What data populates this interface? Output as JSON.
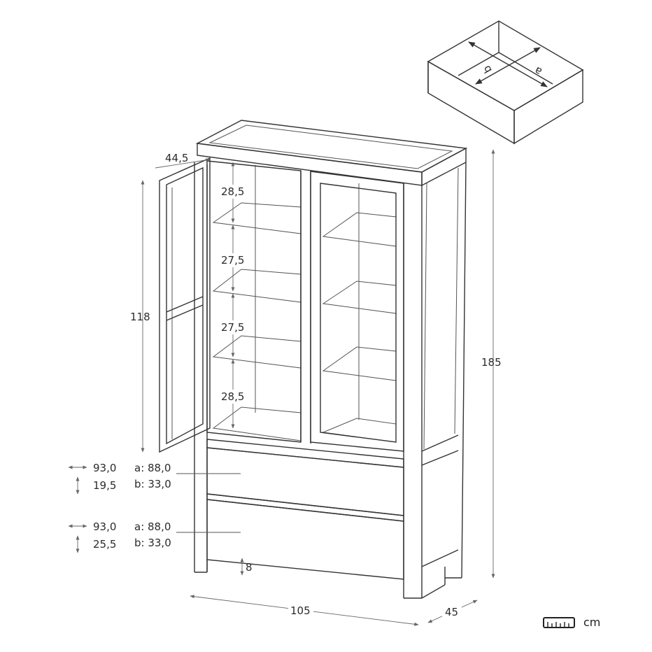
{
  "unit": "cm",
  "icon": "ruler-icon",
  "colors": {
    "stroke": "#333333",
    "dimension": "#666666",
    "background": "#ffffff"
  },
  "drawer_box": {
    "label_a": "a",
    "label_b": "b"
  },
  "overall": {
    "height": "185",
    "width": "105",
    "depth": "45"
  },
  "door": {
    "open_depth": "44,5",
    "height": "118"
  },
  "shelf_spacings": [
    "28,5",
    "27,5",
    "27,5",
    "28,5"
  ],
  "feet_height": "8",
  "drawers": [
    {
      "outer_width": "93,0",
      "outer_height": "19,5",
      "inner_a": "a: 88,0",
      "inner_b": "b: 33,0"
    },
    {
      "outer_width": "93,0",
      "outer_height": "25,5",
      "inner_a": "a: 88,0",
      "inner_b": "b: 33,0"
    }
  ]
}
